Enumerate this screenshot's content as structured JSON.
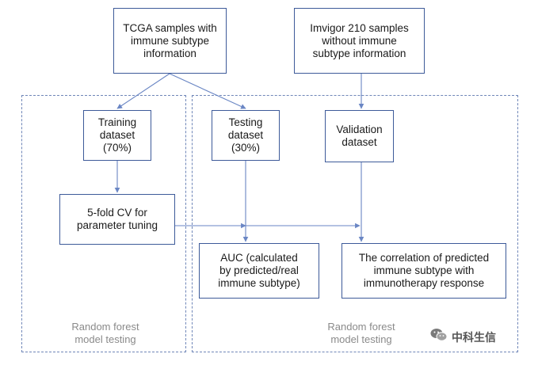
{
  "boxes": {
    "tcga": [
      "TCGA samples with",
      "immune subtype",
      "information"
    ],
    "imvigor": [
      "Imvigor 210 samples",
      "without immune",
      "subtype information"
    ],
    "training": [
      "Training",
      "dataset",
      "(70%)"
    ],
    "testing": [
      "Testing",
      "dataset",
      "(30%)"
    ],
    "validation": [
      "Validation",
      "dataset"
    ],
    "cv": [
      "5-fold CV for",
      "parameter tuning"
    ],
    "auc": [
      "AUC (calculated",
      "by predicted/real",
      "immune subtype)"
    ],
    "correlation": [
      "The correlation of predicted",
      "immune subtype with",
      "immunotherapy response"
    ]
  },
  "regions": {
    "left_label": [
      "Random forest",
      "model testing"
    ],
    "right_label": [
      "Random forest",
      "model testing"
    ]
  },
  "watermark": {
    "text": "中科生信",
    "icon": "wechat-icon"
  },
  "colors": {
    "box_border": "#3d5a99",
    "arrow": "#6a86c4",
    "region_border": "#6f86b8"
  }
}
